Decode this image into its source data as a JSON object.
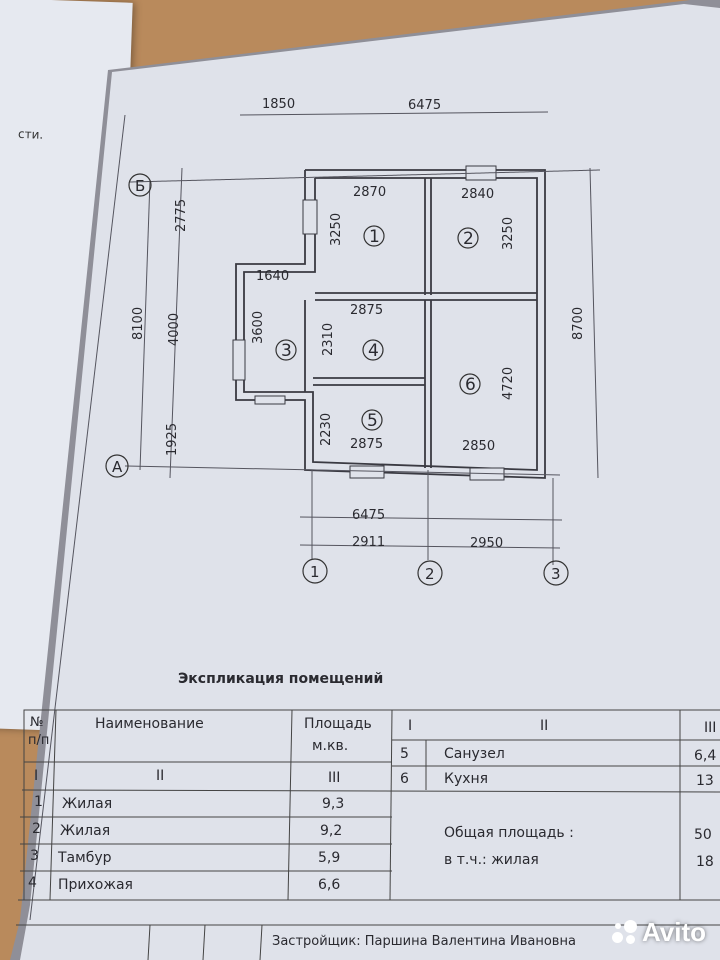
{
  "left_page": {
    "fragment": "сти."
  },
  "plan": {
    "axes": {
      "A": "А",
      "B": "Б",
      "1": "1",
      "2": "2",
      "3": "3"
    },
    "rooms": [
      "1",
      "2",
      "3",
      "4",
      "5",
      "6"
    ],
    "dims": {
      "top_left": "1850",
      "top_right": "6475",
      "left_upper": "2775",
      "left_total": "8100",
      "left_mid": "4000",
      "left_lower": "1925",
      "right_total": "8700",
      "r1_w": "2870",
      "r2_w": "2840",
      "r1_h": "3250",
      "r2_h": "3250",
      "r3_w": "1640",
      "r3_h": "3600",
      "r4_w": "2875",
      "r4_h": "2310",
      "r6_h": "4720",
      "r5_h": "2230",
      "r5_w": "2875",
      "r6_w": "2850",
      "bottom_total": "6475",
      "bottom_left": "2911",
      "bottom_right": "2950"
    }
  },
  "explication": {
    "title": "Экспликация помещений",
    "headers": {
      "num": "№\nп/п",
      "num_a": "№",
      "num_b": "п/п",
      "name": "Наименование",
      "area_a": "Площадь",
      "area_b": "м.кв.",
      "col_I": "I",
      "col_II": "II",
      "col_III": "III"
    },
    "roman": {
      "I": "I",
      "II": "II",
      "III": "III"
    },
    "left_rows": [
      {
        "n": "1",
        "name": "Жилая",
        "area": "9,3"
      },
      {
        "n": "2",
        "name": "Жилая",
        "area": "9,2"
      },
      {
        "n": "3",
        "name": "Тамбур",
        "area": "5,9"
      },
      {
        "n": "4",
        "name": "Прихожая",
        "area": "6,6"
      }
    ],
    "right_header": {
      "i": "I",
      "ii": "II",
      "iii": "III"
    },
    "right_rows": [
      {
        "n": "5",
        "name": "Санузел",
        "area": "6,4"
      },
      {
        "n": "6",
        "name": "Кухня",
        "area": "13"
      }
    ],
    "total_label": "Общая площадь :",
    "total_value": "50",
    "living_label": "в т.ч.: жилая",
    "living_value": "18",
    "footer": "Застройщик: Паршина Валентина Ивановна"
  },
  "watermark": "Avito"
}
